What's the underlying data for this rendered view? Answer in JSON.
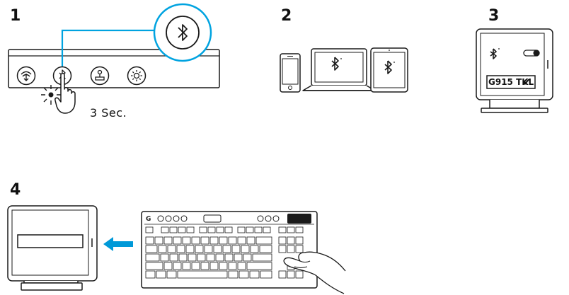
{
  "steps": {
    "step1": "1",
    "step2": "2",
    "step3": "3",
    "step4": "4"
  },
  "step1": {
    "hold_duration": "3 Sec.",
    "icons": [
      "lightspeed-icon",
      "bluetooth-icon",
      "game-mode-icon",
      "brightness-icon"
    ]
  },
  "step3": {
    "device_name": "G915 TKL",
    "connected_check": "✔"
  },
  "colors": {
    "accent_line": "#00a3e0",
    "arrow": "#0099d8",
    "outline": "#1a1a1a"
  }
}
